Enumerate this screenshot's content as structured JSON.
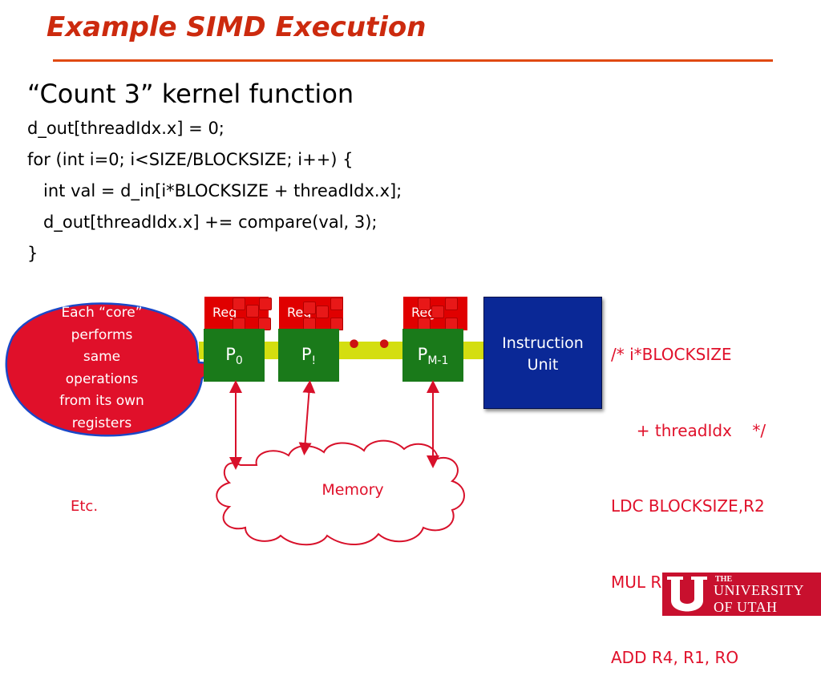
{
  "slide": {
    "title": "Example SIMD Execution",
    "heading": "“Count 3” kernel function",
    "code": [
      "d_out[threadIdx.x] = 0;",
      "for (int i=0; i<SIZE/BLOCKSIZE; i++) {",
      "   int val = d_in[i*BLOCKSIZE + threadIdx.x];",
      "   d_out[threadIdx.x] += compare(val, 3);",
      "}"
    ]
  },
  "diagram": {
    "callout": [
      "Each “core”",
      "performs",
      "same",
      "operations",
      "from its own",
      "registers"
    ],
    "processors": [
      {
        "reg_label": "Reg",
        "name": "P",
        "sub": "0"
      },
      {
        "reg_label": "Reg",
        "name": "P",
        "sub": "!"
      },
      {
        "reg_label": "Reg",
        "name": "P",
        "sub": "M-1"
      }
    ],
    "ellipsis": "• • •",
    "instruction_unit": [
      "Instruction",
      "Unit"
    ],
    "assembly": [
      "/* i*BLOCKSIZE",
      "     + threadIdx    */",
      "LDC BLOCKSIZE,R2",
      "MUL R1, R3, R2",
      "ADD R4, R1, RO"
    ],
    "memory_label": "Memory",
    "etc_label": "Etc.",
    "colors": {
      "accent": "#cc2a0e",
      "register": "#e00000",
      "processor": "#1a7a1a",
      "bus": "#d4de10",
      "instruction_unit": "#0a2896",
      "callout": "#e0102a"
    }
  },
  "logo": {
    "the": "THE",
    "line1": "UNIVERSITY",
    "line2": "OF UTAH"
  }
}
